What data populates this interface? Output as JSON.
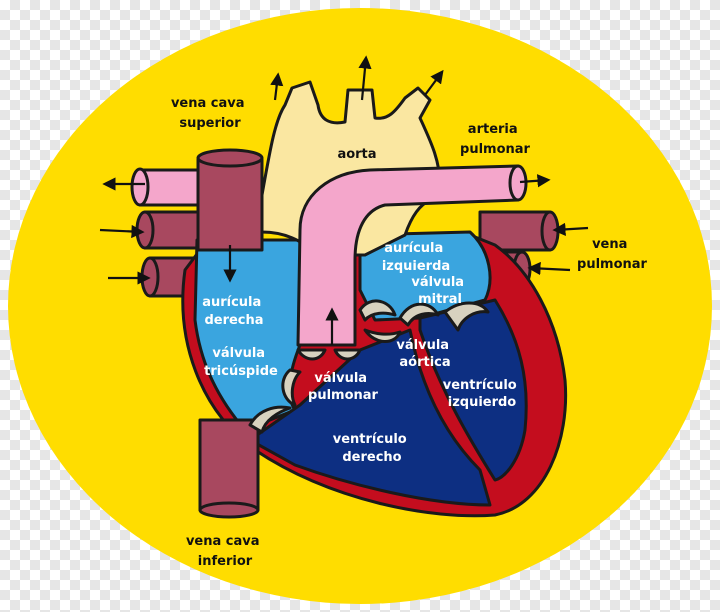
{
  "colors": {
    "background_disc": "#ffdd00",
    "aorta": "#fae7a1",
    "pulmonary_artery": "#f4a6cb",
    "vena_cava": "#a8485f",
    "muscle": "#c40d1e",
    "right_atrium": "#3aa5df",
    "ventricle": "#0d2f82",
    "valve": "#d8d2bf"
  },
  "labels": {
    "vena_cava_superior": [
      "vena cava",
      "superior"
    ],
    "aorta": [
      "aorta"
    ],
    "arteria_pulmonar": [
      "arteria",
      "pulmonar"
    ],
    "vena_pulmonar": [
      "vena",
      "pulmonar"
    ],
    "auricula_izquierda": [
      "aurícula",
      "izquierda"
    ],
    "valvula_mitral": [
      "válvula",
      "mitral"
    ],
    "auricula_derecha": [
      "aurícula",
      "derecha"
    ],
    "valvula_tricuspide": [
      "válvula",
      "tricúspide"
    ],
    "valvula_aortica": [
      "válvula",
      "aórtica"
    ],
    "valvula_pulmonar": [
      "válvula",
      "pulmonar"
    ],
    "ventriculo_izquierdo": [
      "ventrículo",
      "izquierdo"
    ],
    "ventriculo_derecho": [
      "ventrículo",
      "derecho"
    ],
    "vena_cava_inferior": [
      "vena cava",
      "inferior"
    ]
  },
  "icons": [
    "flow-arrow-icon"
  ]
}
